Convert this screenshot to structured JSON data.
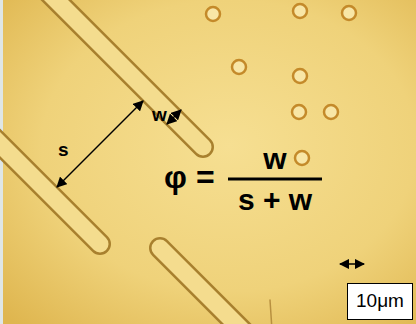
{
  "diagram": {
    "nodes": [
      {
        "text": [
          "10μm"
        ]
      }
    ],
    "labels": [
      "w",
      "s",
      "φ",
      "=",
      "w",
      "s + w"
    ]
  }
}
